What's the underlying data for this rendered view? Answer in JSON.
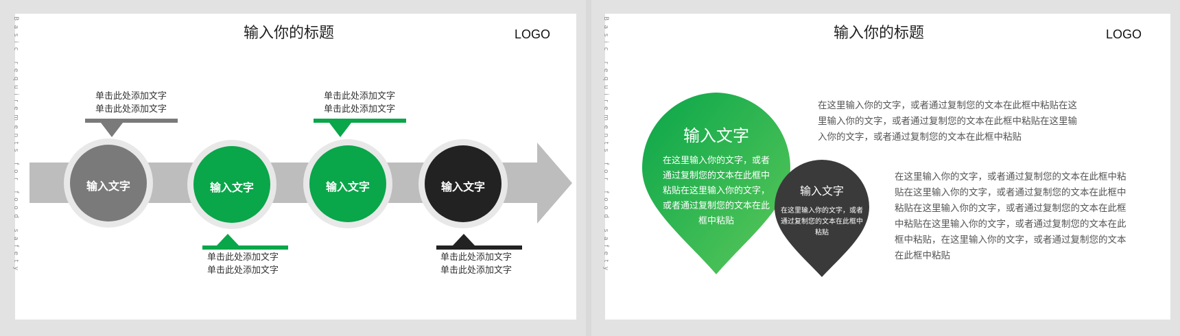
{
  "vertical_caption": "Basic requirements for food safety",
  "left_slide": {
    "title": "输入你的标题",
    "logo": "LOGO",
    "circles": [
      {
        "label": "输入文字",
        "color": "#7a7a7a"
      },
      {
        "label": "输入文字",
        "color": "#0aa64a"
      },
      {
        "label": "输入文字",
        "color": "#0aa64a"
      },
      {
        "label": "输入文字",
        "color": "#222222"
      }
    ],
    "captions": [
      {
        "line1": "单击此处添加文字",
        "line2": "单击此处添加文字",
        "color": "#7a7a7a"
      },
      {
        "line1": "单击此处添加文字",
        "line2": "单击此处添加文字",
        "color": "#0aa64a"
      },
      {
        "line1": "单击此处添加文字",
        "line2": "单击此处添加文字",
        "color": "#0aa64a"
      },
      {
        "line1": "单击此处添加文字",
        "line2": "单击此处添加文字",
        "color": "#222222"
      }
    ]
  },
  "right_slide": {
    "title": "输入你的标题",
    "logo": "LOGO",
    "big_drop": {
      "title": "输入文字",
      "text": "在这里输入你的文字，或者通过复制您的文本在此框中粘贴在这里输入你的文字，或者通过复制您的文本在此框中粘贴"
    },
    "small_drop": {
      "title": "输入文字",
      "text": "在这里输入你的文字，或者通过复制您的文本在此框中粘贴"
    },
    "paragraph1": "在这里输入你的文字，或者通过复制您的文本在此框中粘贴在这里输入你的文字，或者通过复制您的文本在此框中粘贴在这里输入你的文字，或者通过复制您的文本在此框中粘贴",
    "paragraph2": "在这里输入你的文字，或者通过复制您的文本在此框中粘贴在这里输入你的文字，或者通过复制您的文本在此框中粘贴在这里输入你的文字，或者通过复制您的文本在此框中粘贴在这里输入你的文字，或者通过复制您的文本在此框中粘贴，在这里输入你的文字，或者通过复制您的文本在此框中粘贴"
  },
  "colors": {
    "green": "#0aa64a",
    "green_light": "#5cc85a",
    "gray": "#7a7a7a",
    "dark": "#222222",
    "arrow": "#bdbdbd"
  }
}
